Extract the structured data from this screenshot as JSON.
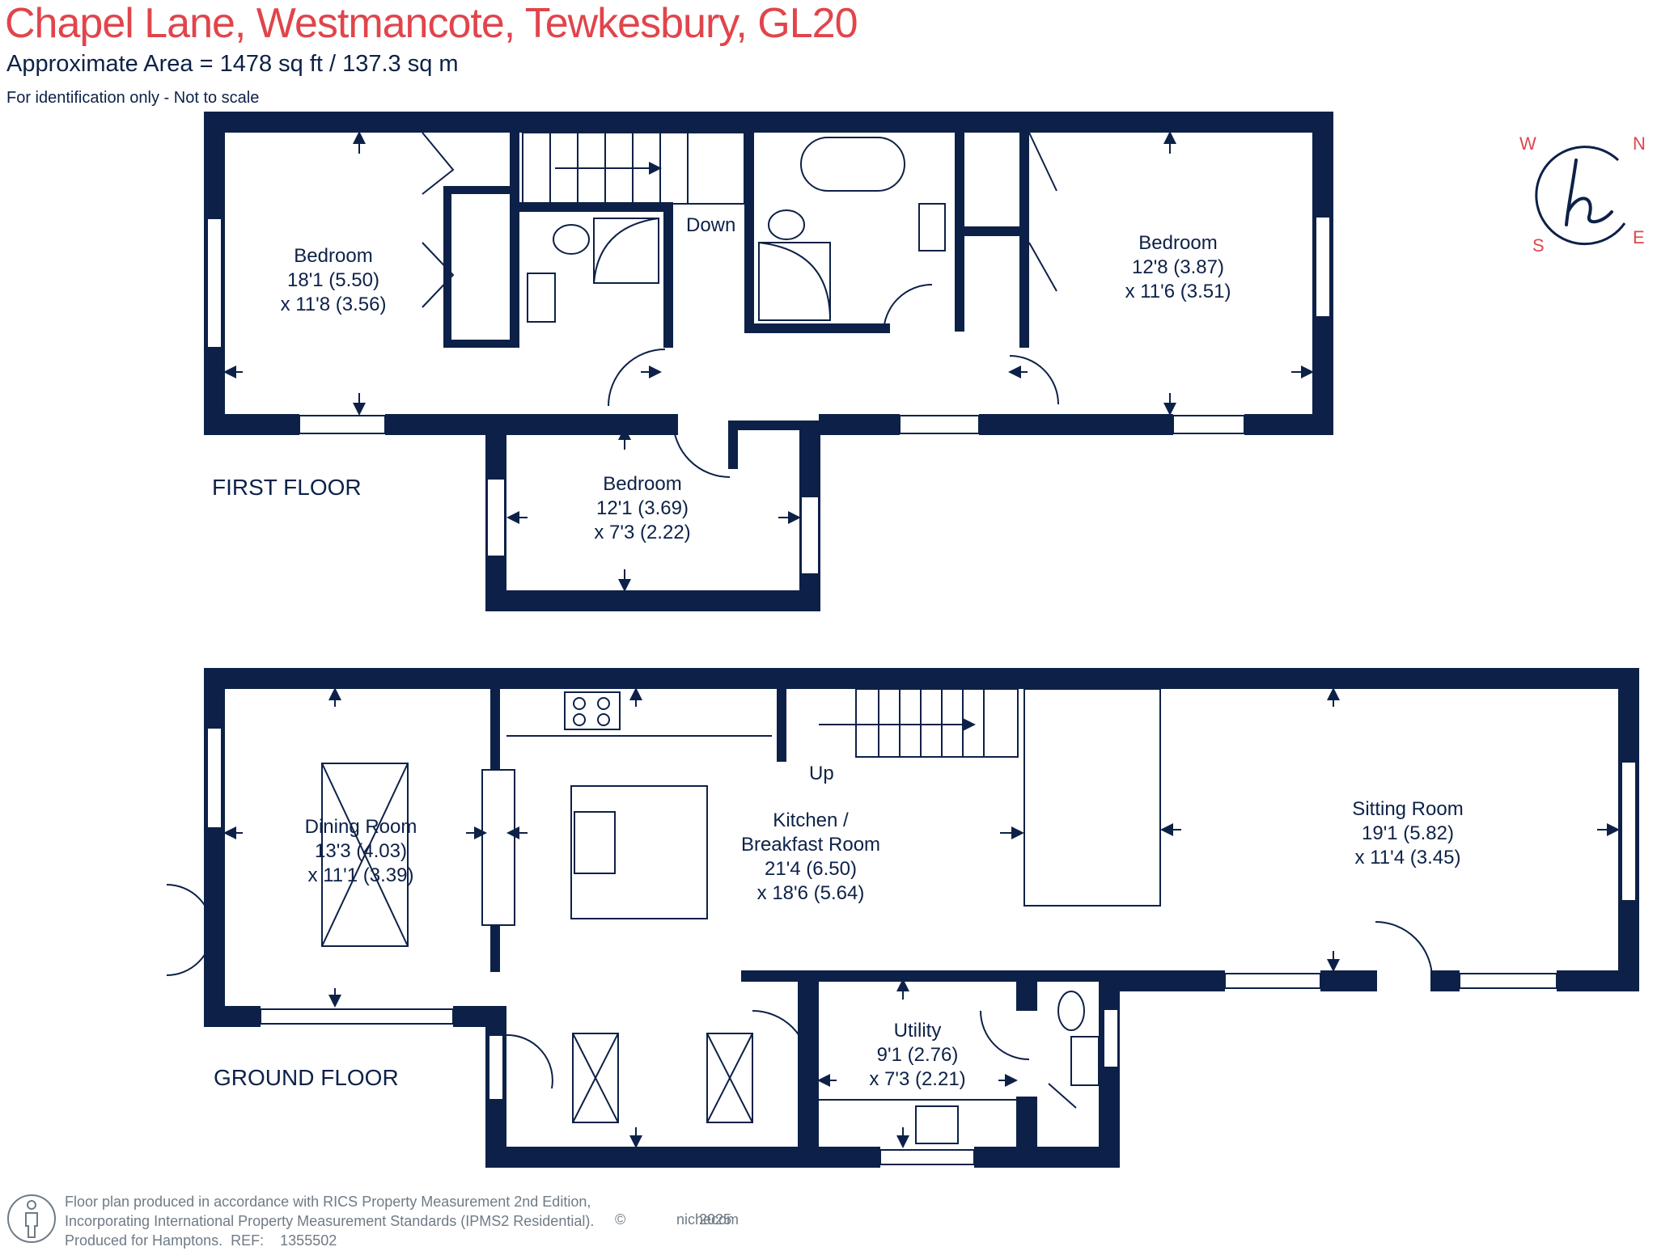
{
  "header": {
    "title": "Chapel Lane, Westmancote, Tewkesbury, GL20",
    "area": "Approximate Area = 1478 sq ft / 137.3 sq m",
    "note": "For identification only - Not to scale"
  },
  "colors": {
    "wall": "#0d2148",
    "accent": "#e0454b",
    "text": "#0d2148",
    "footer_text": "#6f7b86"
  },
  "first_floor": {
    "label": "FIRST FLOOR",
    "rooms": [
      {
        "name": "Bedroom",
        "dim1": "18'1 (5.50)",
        "dim2": "x 11'8 (3.56)"
      },
      {
        "name": "Bedroom",
        "dim1": "12'8 (3.87)",
        "dim2": "x 11'6 (3.51)"
      },
      {
        "name": "Bedroom",
        "dim1": "12'1 (3.69)",
        "dim2": "x 7'3 (2.22)"
      }
    ],
    "stairs_label": "Down"
  },
  "ground_floor": {
    "label": "GROUND FLOOR",
    "rooms": [
      {
        "name": "Dining Room",
        "dim1": "13'3 (4.03)",
        "dim2": "x 11'1 (3.39)"
      },
      {
        "name": "Kitchen /",
        "name2": "Breakfast Room",
        "dim1": "21'4 (6.50)",
        "dim2": "x 18'6 (5.64)"
      },
      {
        "name": "Sitting Room",
        "dim1": "19'1 (5.82)",
        "dim2": "x 11'4 (3.45)"
      },
      {
        "name": "Utility",
        "dim1": "9'1 (2.76)",
        "dim2": "x 7'3 (2.21)"
      }
    ],
    "stairs_label": "Up"
  },
  "compass": {
    "letters": [
      "W",
      "N",
      "S",
      "E"
    ],
    "logo_icon": "h-monogram-icon"
  },
  "footer": {
    "line1": "Floor plan produced in accordance with RICS Property Measurement 2nd Edition,",
    "line2": "Incorporating International Property Measurement Standards (IPMS2 Residential).",
    "line3": "Produced for Hamptons.",
    "ref_label": "REF:",
    "ref_value": "1355502",
    "copyright": "©",
    "brand": "nichecom",
    "year": "2025"
  }
}
